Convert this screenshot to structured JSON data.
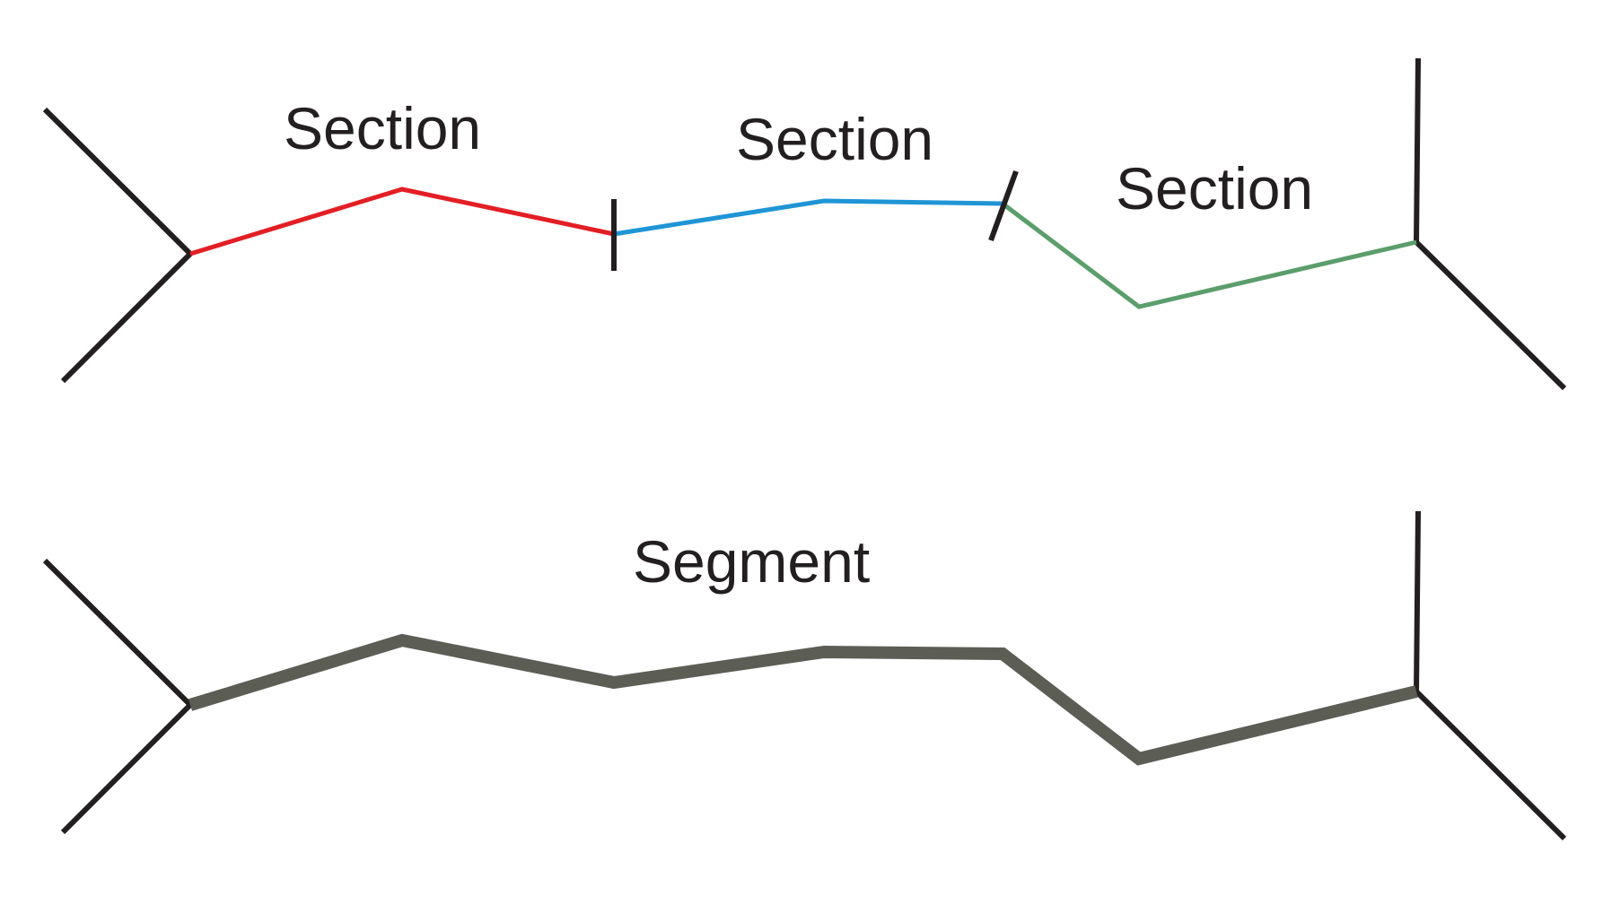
{
  "top": {
    "sections": [
      {
        "label": "Section",
        "color": "#e31e24"
      },
      {
        "label": "Section",
        "color": "#1f95d6"
      },
      {
        "label": "Section",
        "color": "#5b9e6c"
      }
    ],
    "junction_color": "#231f20"
  },
  "bottom": {
    "segment": {
      "label": "Segment",
      "color": "#5c5d55"
    },
    "junction_color": "#231f20"
  }
}
